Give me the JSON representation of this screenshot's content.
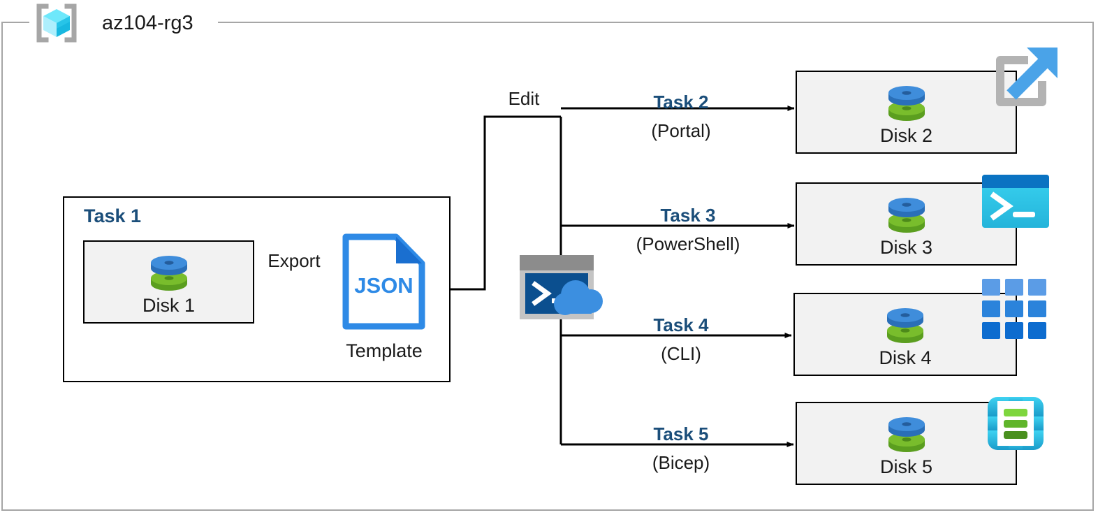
{
  "resource_group": {
    "name": "az104-rg3",
    "icon": "resource-group-cube-icon",
    "border_color": "#a6a6a6"
  },
  "colors": {
    "task_label_blue": "#1b4e7a",
    "box_fill": "#f2f2f2",
    "box_border": "#000000",
    "disk_top": "#3d8ddd",
    "disk_bottom": "#70ad21",
    "json_blue": "#2e8ae6",
    "portal_gray": "#b3b3b3",
    "portal_arrow": "#4aa3e8",
    "powershell_cyan": "#2fc4e8",
    "powershell_titlebar": "#0a73c2",
    "cli_blue": "#1f7fd4",
    "bicep_cyan": "#31c3e8",
    "bicep_green": "#7ac943",
    "cloudshell_cloud": "#3c8fe0",
    "cloudshell_screen": "#0b4f8f"
  },
  "task1": {
    "label": "Task 1",
    "source": {
      "caption": "Disk 1",
      "icon": "azure-disk-icon"
    },
    "export_edge": {
      "label": "Export"
    },
    "template": {
      "icon": "json-file-icon",
      "icon_text": "JSON",
      "caption": "Template"
    }
  },
  "edit_edge": {
    "label": "Edit"
  },
  "cloud_shell": {
    "icon": "cloud-shell-icon",
    "prompt": ">_"
  },
  "branches": [
    {
      "task_label": "Task 2",
      "tool_label": "(Portal)",
      "target_caption": "Disk 2",
      "target_icon": "azure-disk-icon",
      "tool_icon": "azure-portal-icon"
    },
    {
      "task_label": "Task 3",
      "tool_label": "(PowerShell)",
      "target_caption": "Disk 3",
      "target_icon": "azure-disk-icon",
      "tool_icon": "powershell-icon"
    },
    {
      "task_label": "Task 4",
      "tool_label": "(CLI)",
      "target_caption": "Disk 4",
      "target_icon": "azure-disk-icon",
      "tool_icon": "azure-cli-icon"
    },
    {
      "task_label": "Task 5",
      "tool_label": "(Bicep)",
      "target_caption": "Disk 5",
      "target_icon": "azure-disk-icon",
      "tool_icon": "bicep-icon"
    }
  ]
}
